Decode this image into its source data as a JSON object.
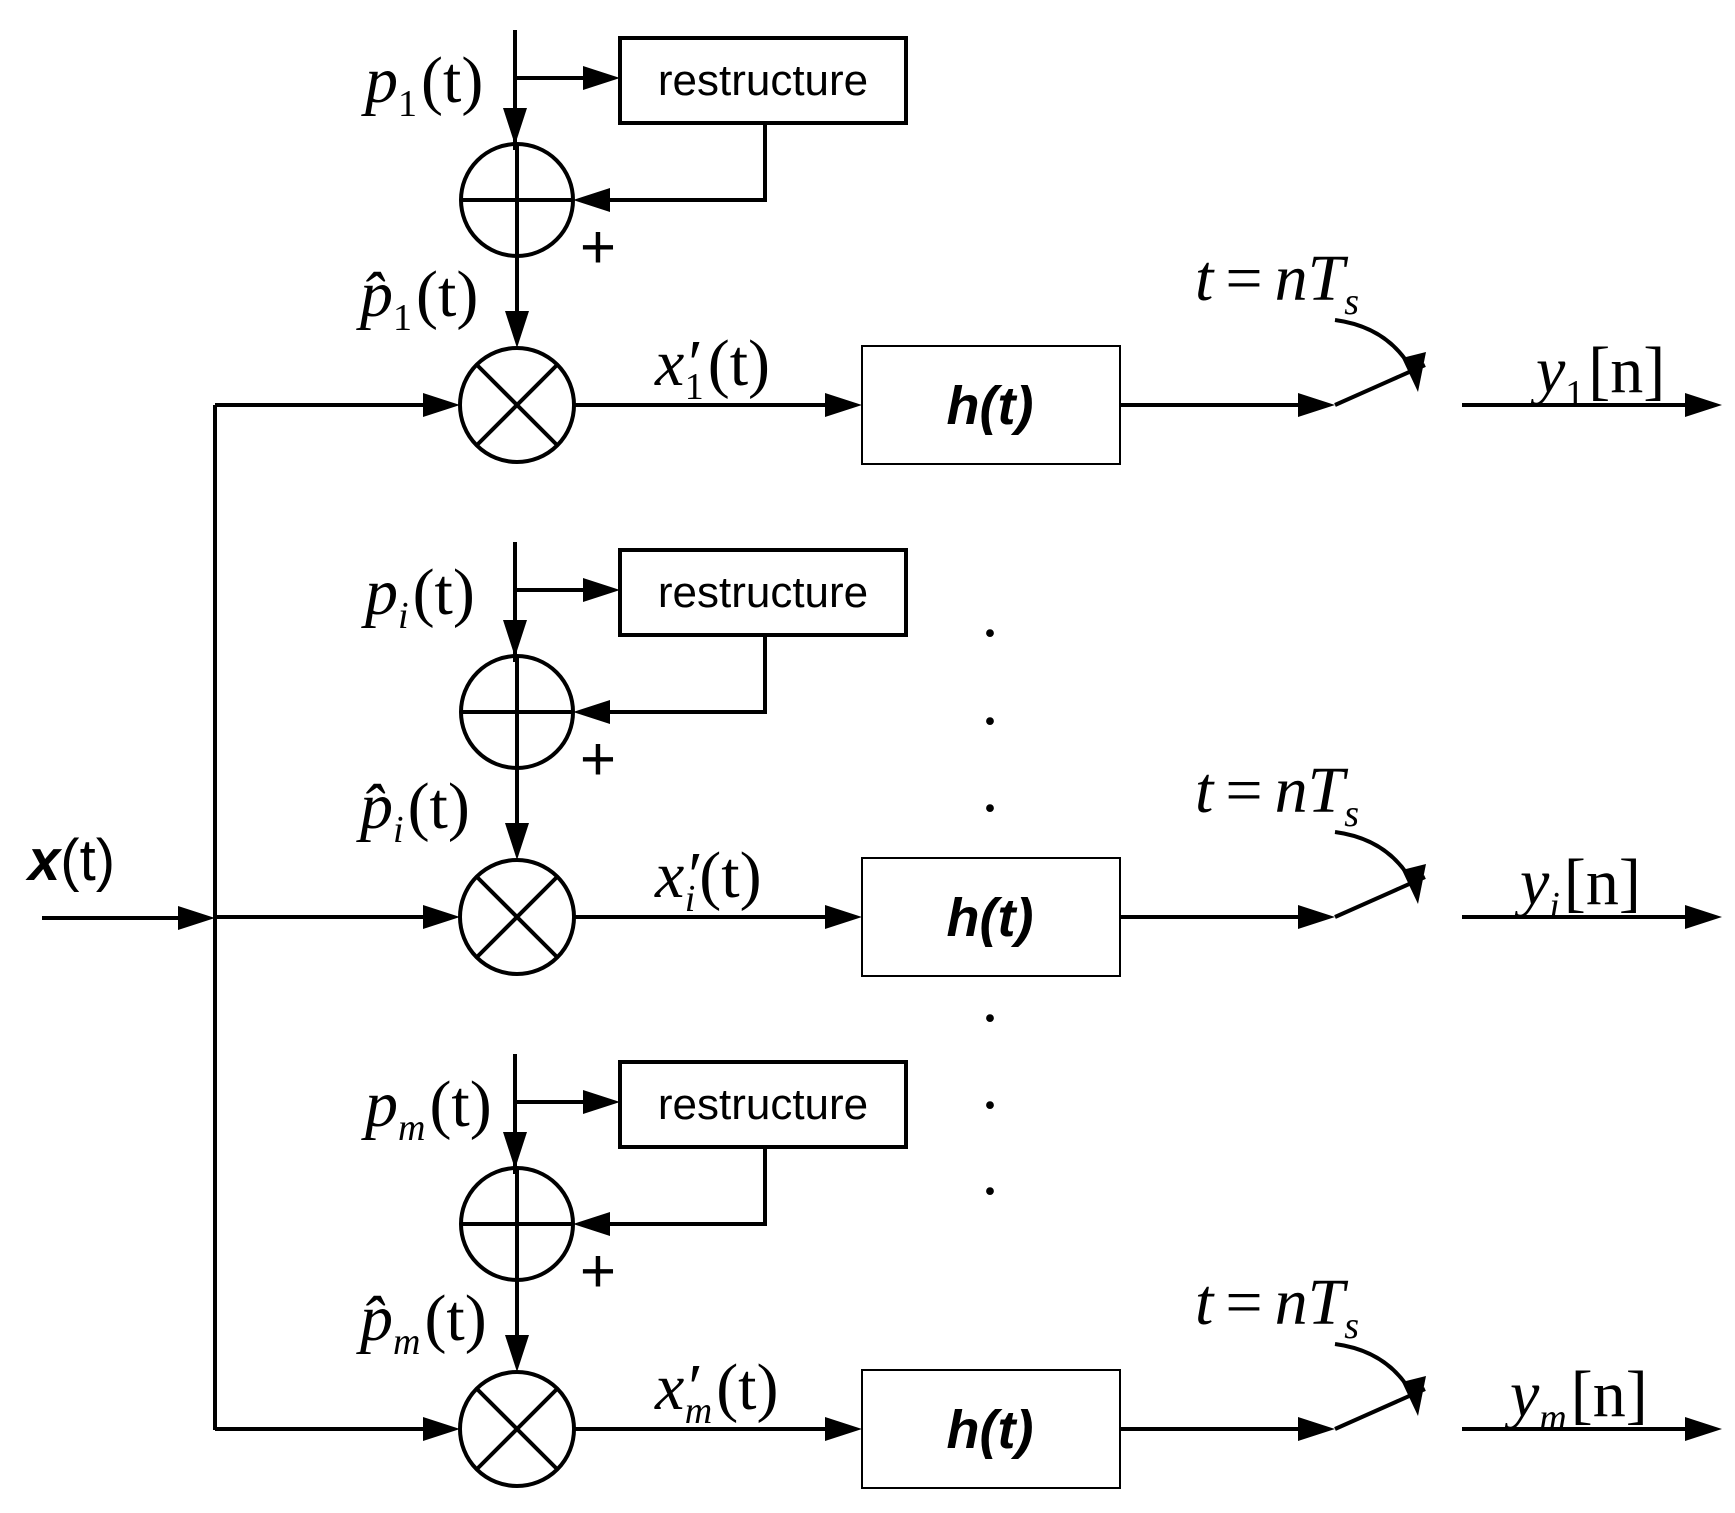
{
  "input": {
    "name": "x",
    "arg": "(t)"
  },
  "branches": [
    {
      "p_base": "p",
      "p_sub": "1",
      "p_arg": "(t)",
      "phat_base": "p̂",
      "phat_sub": "1",
      "phat_arg": "(t)",
      "xp_base": "x′",
      "xp_sub": "1",
      "xp_arg": "(t)",
      "restructure": "restructure",
      "filter": "h(t)",
      "plus": "+",
      "sample_lhs": "t",
      "sample_eq": "=",
      "sample_rhs": "nT",
      "sample_sub": "s",
      "y_base": "y",
      "y_sub": "1",
      "y_arg": "[n]"
    },
    {
      "p_base": "p",
      "p_sub": "i",
      "p_arg": "(t)",
      "phat_base": "p̂",
      "phat_sub": "i",
      "phat_arg": "(t)",
      "xp_base": "x′",
      "xp_sub": "i",
      "xp_arg": "(t)",
      "restructure": "restructure",
      "filter": "h(t)",
      "plus": "+",
      "sample_lhs": "t",
      "sample_eq": "=",
      "sample_rhs": "nT",
      "sample_sub": "s",
      "y_base": "y",
      "y_sub": "i",
      "y_arg": "[n]"
    },
    {
      "p_base": "p",
      "p_sub": "m",
      "p_arg": "(t)",
      "phat_base": "p̂",
      "phat_sub": "m",
      "phat_arg": "(t)",
      "xp_base": "x′",
      "xp_sub": "m",
      "xp_arg": "(t)",
      "restructure": "restructure",
      "filter": "h(t)",
      "plus": "+",
      "sample_lhs": "t",
      "sample_eq": "=",
      "sample_rhs": "nT",
      "sample_sub": "s",
      "y_base": "y",
      "y_sub": "m",
      "y_arg": "[n]"
    }
  ],
  "dots": [
    "·",
    "·",
    "·",
    "·",
    "·",
    "·"
  ]
}
